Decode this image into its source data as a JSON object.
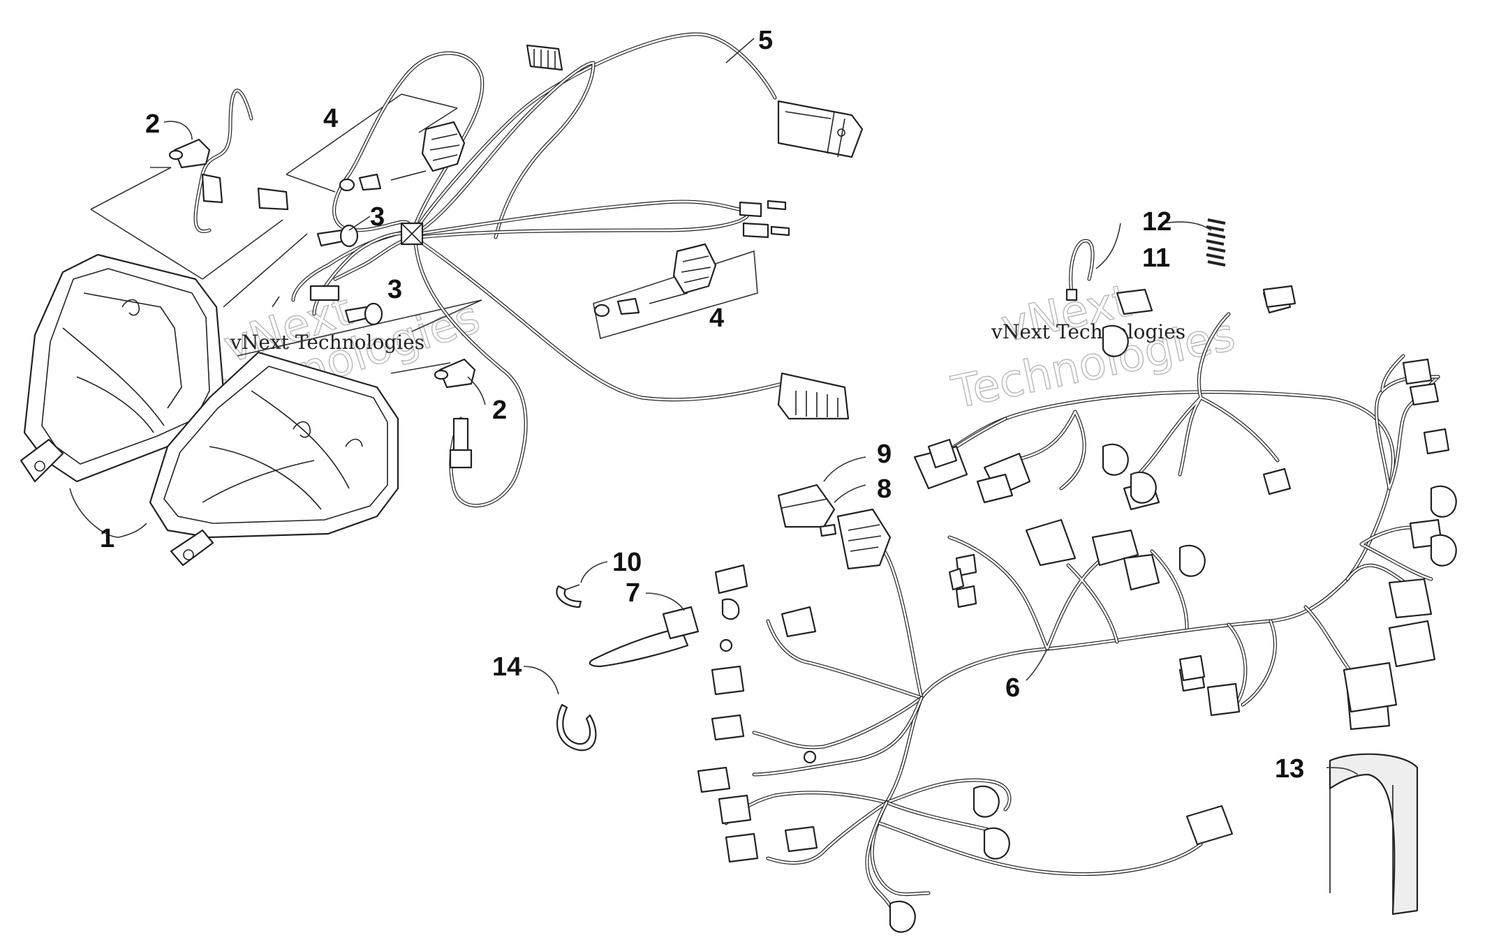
{
  "callouts": {
    "c1": "1",
    "c2a": "2",
    "c2b": "2",
    "c3a": "3",
    "c3b": "3",
    "c4a": "4",
    "c4b": "4",
    "c5": "5",
    "c6": "6",
    "c7": "7",
    "c8": "8",
    "c9": "9",
    "c10": "10",
    "c11": "11",
    "c12": "12",
    "c13": "13",
    "c14": "14"
  },
  "watermark": {
    "small": "vNext Technologies",
    "line1": "vNext",
    "line2": "Technologies"
  },
  "colors": {
    "ink": "#222222",
    "paper": "#ffffff"
  }
}
